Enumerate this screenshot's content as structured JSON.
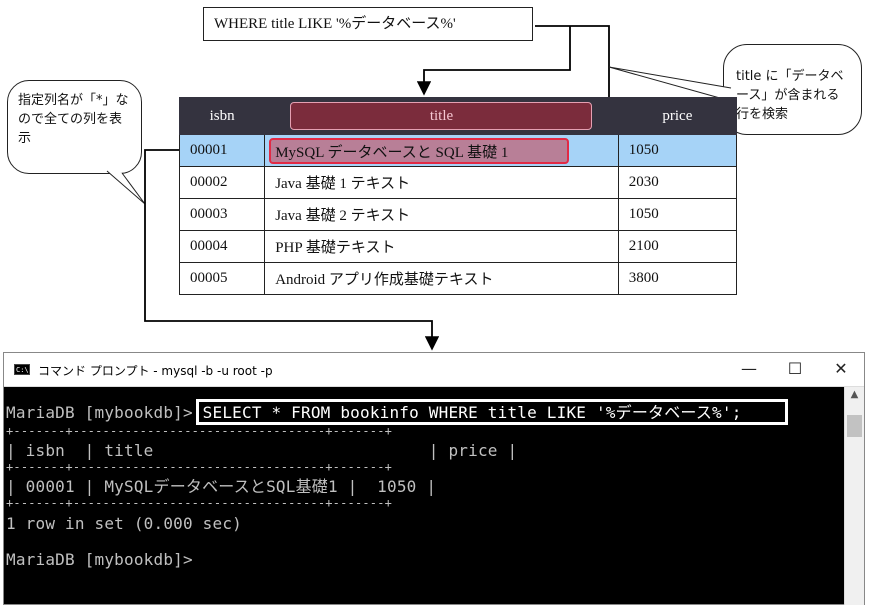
{
  "query_label": "WHERE title LIKE '%データベース%'",
  "callouts": {
    "left": "指定列名が「*」なので全ての列を表示",
    "right": "title に「データベース」が含まれる行を検索"
  },
  "table": {
    "headers": [
      "isbn",
      "title",
      "price"
    ],
    "rows": [
      {
        "isbn": "00001",
        "title": "MySQL データベースと SQL 基礎 1",
        "price": "1050"
      },
      {
        "isbn": "00002",
        "title": "Java 基礎 1 テキスト",
        "price": "2030"
      },
      {
        "isbn": "00003",
        "title": "Java 基礎 2 テキスト",
        "price": "1050"
      },
      {
        "isbn": "00004",
        "title": "PHP 基礎テキスト",
        "price": "2100"
      },
      {
        "isbn": "00005",
        "title": "Android アプリ作成基礎テキスト",
        "price": "3800"
      }
    ],
    "highlight_color": "#a6d3f7"
  },
  "terminal": {
    "window_title": "コマンド プロンプト - mysql  -b -u root -p",
    "icon_label": "C:\\",
    "controls": {
      "minimize": "—",
      "maximize": "☐",
      "close": "✕"
    },
    "prompt": "MariaDB [mybookdb]> ",
    "command": "SELECT * FROM bookinfo WHERE title LIKE '%データベース%';",
    "separator": "+-------+----------------------------------+-------+",
    "header_line": "| isbn  | title                            | price |",
    "result_line": "| 00001 | MySQLデータベースとSQL基礎1 |  1050 |",
    "status": "1 row in set (0.000 sec)",
    "final_prompt": "MariaDB [mybookdb]>"
  }
}
